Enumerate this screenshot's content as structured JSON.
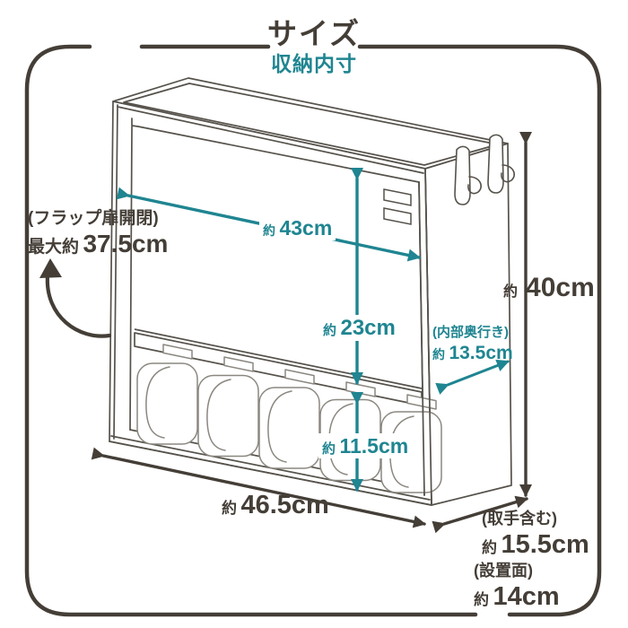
{
  "frame": {
    "title": "サイズ",
    "subtitle": "収納内寸"
  },
  "colors": {
    "teal": "#1f8591",
    "dark": "#443e37",
    "cabinet_line": "#56524b",
    "bottle_line": "#8b8780"
  },
  "flap_note": {
    "line1": "(フラップ扉開閉)",
    "prefix": "最大約",
    "value": "37.5cm"
  },
  "dims": {
    "inner_width": {
      "prefix": "約",
      "value": "43cm"
    },
    "inner_height": {
      "prefix": "約",
      "value": "23cm"
    },
    "bottle_clearance": {
      "prefix": "約",
      "value": "11.5cm"
    },
    "overall_height": {
      "prefix": "約",
      "value": "40cm"
    },
    "inner_depth": {
      "note": "(内部奥行き)",
      "prefix": "約",
      "value": "13.5cm"
    },
    "overall_width": {
      "prefix": "約",
      "value": "46.5cm"
    },
    "depth_with_handle": {
      "note": "(取手含む)",
      "prefix": "約",
      "value": "15.5cm"
    },
    "base_depth": {
      "note": "(設置面)",
      "prefix": "約",
      "value": "14cm"
    }
  }
}
